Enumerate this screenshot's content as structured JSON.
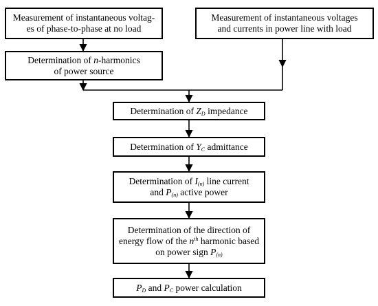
{
  "diagram": {
    "box1": {
      "line1": "Measurement of instantaneous voltag-",
      "line2": "es of phase-to-phase at no load"
    },
    "box2": {
      "line1": "Measurement of instantaneous voltages",
      "line2": "and currents in power line with load"
    },
    "box3": {
      "pre": "Determination of ",
      "n": "n",
      "post": "-harmonics",
      "line2": "of power source"
    },
    "box4": {
      "pre": "Determination of ",
      "z": "Z",
      "z_sub": "D",
      "post": " impedance"
    },
    "box5": {
      "pre": "Determination of ",
      "y": "Y",
      "y_sub": "C",
      "post": " admittance"
    },
    "box6": {
      "pre": "Determination of ",
      "i": "I",
      "i_sub": "(n)",
      "post": " line current",
      "l2_and": "and ",
      "p": "P",
      "p_sub": "(n)",
      "l2_post": " active power"
    },
    "box7": {
      "line1": "Determination of the direction of",
      "l2_pre": "energy flow of the ",
      "n": "n",
      "n_sup": "th",
      "l2_post": " harmonic based",
      "l3_pre": "on power sign ",
      "p": "P",
      "p_sub": "(n)"
    },
    "box8": {
      "pd": "P",
      "pd_sub": "D",
      "and": " and ",
      "pc": "P",
      "pc_sub": "C",
      "post": " power calculation"
    }
  }
}
